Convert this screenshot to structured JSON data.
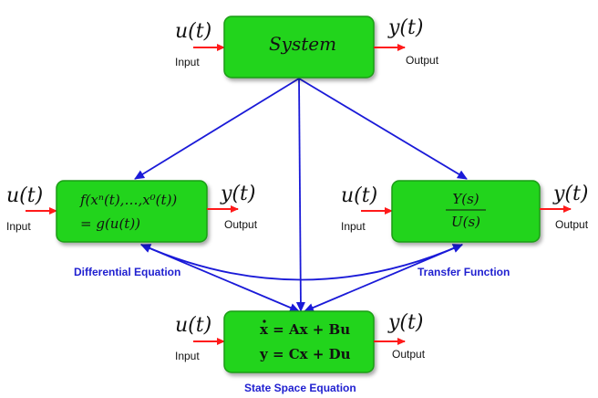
{
  "system": {
    "label": "System",
    "input_symbol": "u(t)",
    "input_caption": "Input",
    "output_symbol": "y(t)",
    "output_caption": "Output"
  },
  "differential": {
    "eq_line1": "f(xⁿ(t),…,x⁰(t))",
    "eq_line2": "= g(u(t))",
    "caption": "Differential Equation",
    "input_symbol": "u(t)",
    "input_caption": "Input",
    "output_symbol": "y(t)",
    "output_caption": "Output"
  },
  "transfer": {
    "numerator": "Y(s)",
    "denominator": "U(s)",
    "caption": "Transfer Function",
    "input_symbol": "u(t)",
    "input_caption": "Input",
    "output_symbol": "y(t)",
    "output_caption": "Output"
  },
  "state_space": {
    "eq_line1": "x = Ax + Bu",
    "eq_line2": "y = Cx + Du",
    "caption": "State Space Equation",
    "input_symbol": "u(t)",
    "input_caption": "Input",
    "output_symbol": "y(t)",
    "output_caption": "Output"
  },
  "colors": {
    "box_fill": "#22d41c",
    "box_stroke": "#1b9c16",
    "arrow_red": "#ff1a1a",
    "arrow_blue": "#1a1ad8",
    "caption_blue": "#1f1fd0"
  }
}
